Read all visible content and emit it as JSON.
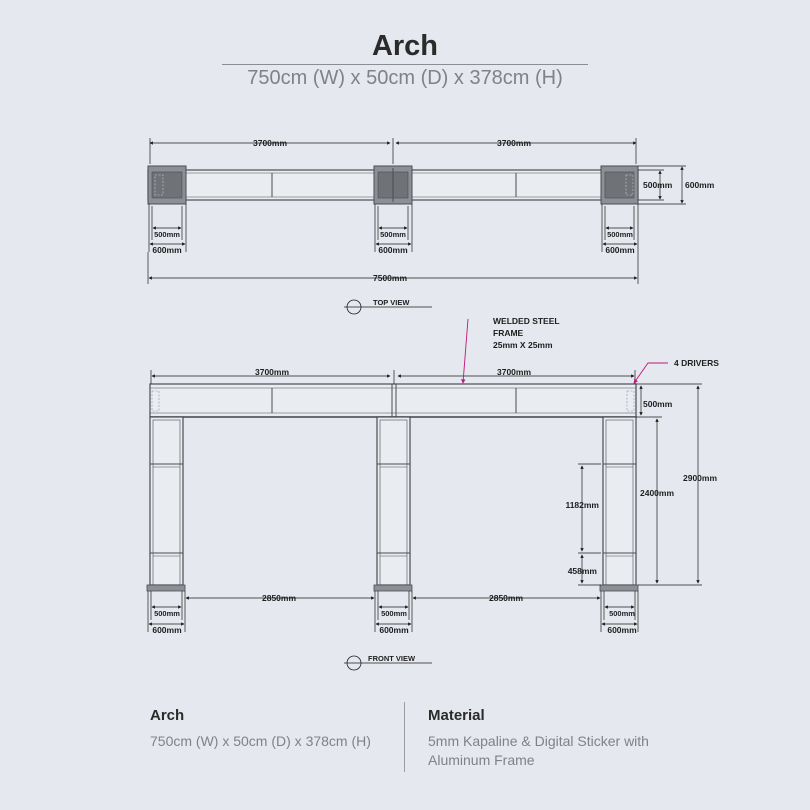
{
  "header": {
    "title": "Arch",
    "subtitle": "750cm (W) x 50cm (D) x 378cm (H)"
  },
  "top_view": {
    "label": "TOP VIEW",
    "span_left": "3700mm",
    "span_right": "3700mm",
    "depth_inner": "500mm",
    "depth_outer": "600mm",
    "foot_inner": "500mm",
    "foot_outer": "600mm",
    "total_width": "7500mm"
  },
  "front_view": {
    "label": "FRONT VIEW",
    "span_left": "3700mm",
    "span_right": "3700mm",
    "header_height": "500mm",
    "leg_height": "2400mm",
    "total_height": "2900mm",
    "panel_height": "1182mm",
    "base_height": "458mm",
    "gap_left": "2850mm",
    "gap_right": "2850mm",
    "foot_inner": "500mm",
    "foot_outer": "600mm",
    "callout_frame": [
      "WELDED STEEL",
      "FRAME",
      "25mm X 25mm"
    ],
    "callout_drivers": "4 DRIVERS"
  },
  "footer": {
    "left_heading": "Arch",
    "left_text": "750cm (W) x 50cm (D) x 378cm (H)",
    "right_heading": "Material",
    "right_text_line1": "5mm Kapaline & Digital Sticker with",
    "right_text_line2": "Aluminum Frame"
  },
  "colors": {
    "background": "#e5e8ee",
    "line": "#4a4d52",
    "fill_dark": "#8c8f94",
    "accent_callout": "#c0187a"
  }
}
